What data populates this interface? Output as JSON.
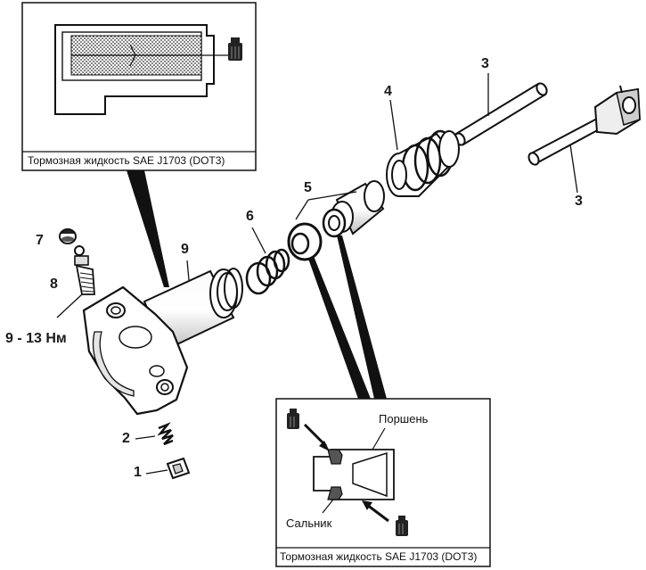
{
  "top_inset": {
    "caption": "Тормозная жидкость SAE J1703 (DOT3)"
  },
  "bottom_inset": {
    "caption": "Тормозная жидкость SAE J1703 (DOT3)",
    "piston_label": "Поршень",
    "seal_label": "Сальник"
  },
  "callouts": {
    "n1": "1",
    "n2": "2",
    "n3a": "3",
    "n3b": "3",
    "n4": "4",
    "n5": "5",
    "n6": "6",
    "n7": "7",
    "n8": "8",
    "n9": "9",
    "torque": "9 - 13 Нм"
  },
  "icons": [
    "brake-fluid-bottle-icon",
    "arrow-icon"
  ]
}
